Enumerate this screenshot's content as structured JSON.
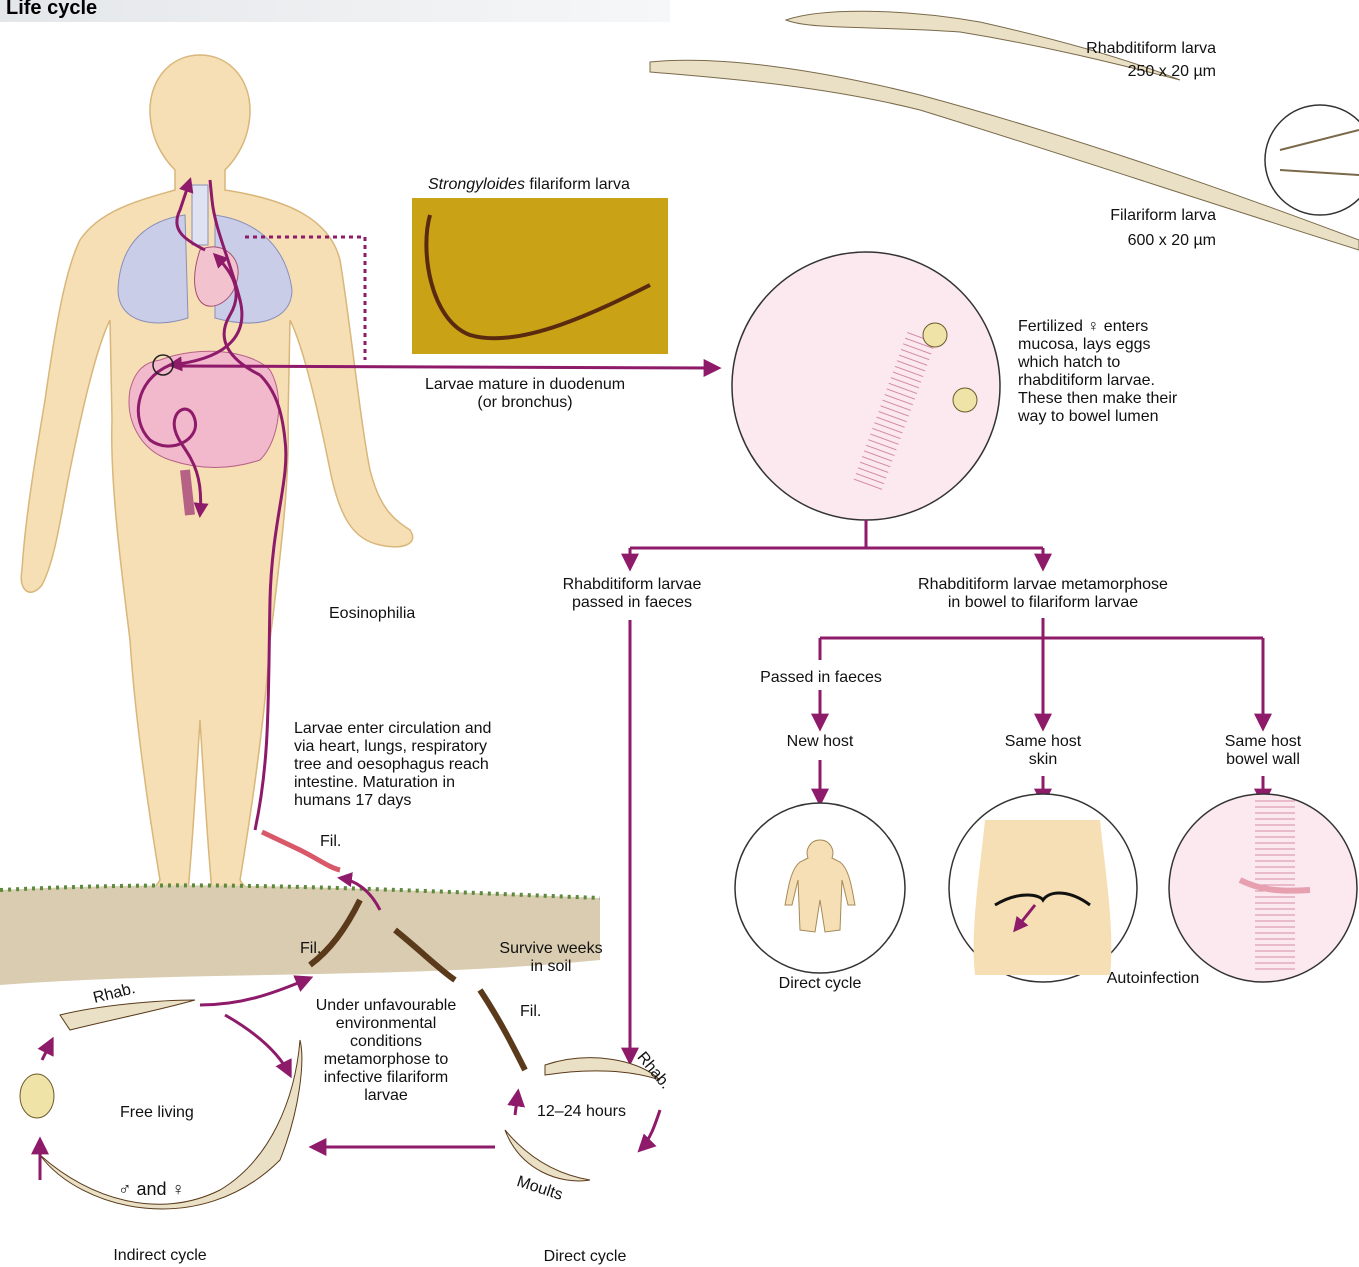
{
  "header": {
    "title": "Life cycle"
  },
  "photo": {
    "caption_italic": "Strongyloides",
    "caption_rest": " filariform larva"
  },
  "larvae": {
    "rhabditiform_name": "Rhabditiform larva",
    "rhabditiform_size": "250 x 20 µm",
    "filariform_name": "Filariform larva",
    "filariform_size": "600 x 20 µm"
  },
  "labels": {
    "mature": "Larvae mature in duodenum\n(or bronchus)",
    "mucosa": "Fertilized ♀ enters\nmucosa, lays eggs\nwhich hatch to\nrhabditiform larvae.\nThese then make their\nway to bowel lumen",
    "rhab_passed": "Rhabditiform larvae\npassed in faeces",
    "metamorphose": "Rhabditiform larvae metamorphose\nin bowel to filariform larvae",
    "passed_faeces": "Passed in faeces",
    "new_host": "New host",
    "same_host_skin": "Same host\nskin",
    "same_host_bowel": "Same host\nbowel wall",
    "direct_cycle_right": "Direct cycle",
    "autoinfection": "Autoinfection",
    "eosinophilia": "Eosinophilia",
    "circulation": "Larvae enter circulation and\nvia heart, lungs, respiratory\ntree and oesophagus reach\nintestine. Maturation in\nhumans 17 days",
    "fil_top": "Fil.",
    "fil_mid": "Fil.",
    "fil_right": "Fil.",
    "survive": "Survive weeks\nin soil",
    "unfavourable": "Under unfavourable\nenvironmental\nconditions\nmetamorphose to\ninfective filariform\nlarvae",
    "rhab_left": "Rhab.",
    "rhab_right": "Rhab.",
    "hours": "12–24 hours",
    "moults": "Moults",
    "free_living": "Free living",
    "sexes": "♂ and ♀",
    "indirect_cycle": "Indirect cycle",
    "direct_cycle_bottom": "Direct cycle"
  },
  "colors": {
    "arrow": "#8e1a6a",
    "skin": "#f6dfb4",
    "lung": "#c9cde8",
    "gut": "#f2b8cc",
    "photo_bg": "#c9a215",
    "soil": "#d9ccb0"
  }
}
